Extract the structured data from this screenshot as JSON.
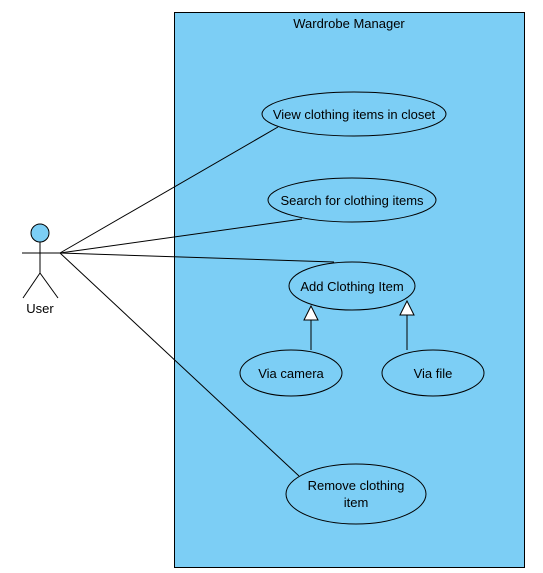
{
  "system": {
    "title": "Wardrobe Manager",
    "fill": "#7ccef5",
    "stroke": "#000000"
  },
  "actor": {
    "label": "User",
    "head_fill": "#7ccef5"
  },
  "use_cases": {
    "view": {
      "lines": [
        "View clothing items in closet"
      ]
    },
    "search": {
      "lines": [
        "Search for clothing items"
      ]
    },
    "add": {
      "lines": [
        "Add Clothing Item"
      ]
    },
    "camera": {
      "lines": [
        "Via camera"
      ]
    },
    "file": {
      "lines": [
        "Via file"
      ]
    },
    "remove": {
      "lines": [
        "Remove clothing",
        "item"
      ]
    }
  },
  "relationships": {
    "associations": [
      "view",
      "search",
      "add",
      "remove"
    ],
    "generalizations": [
      {
        "child": "camera",
        "parent": "add"
      },
      {
        "child": "file",
        "parent": "add"
      }
    ]
  }
}
